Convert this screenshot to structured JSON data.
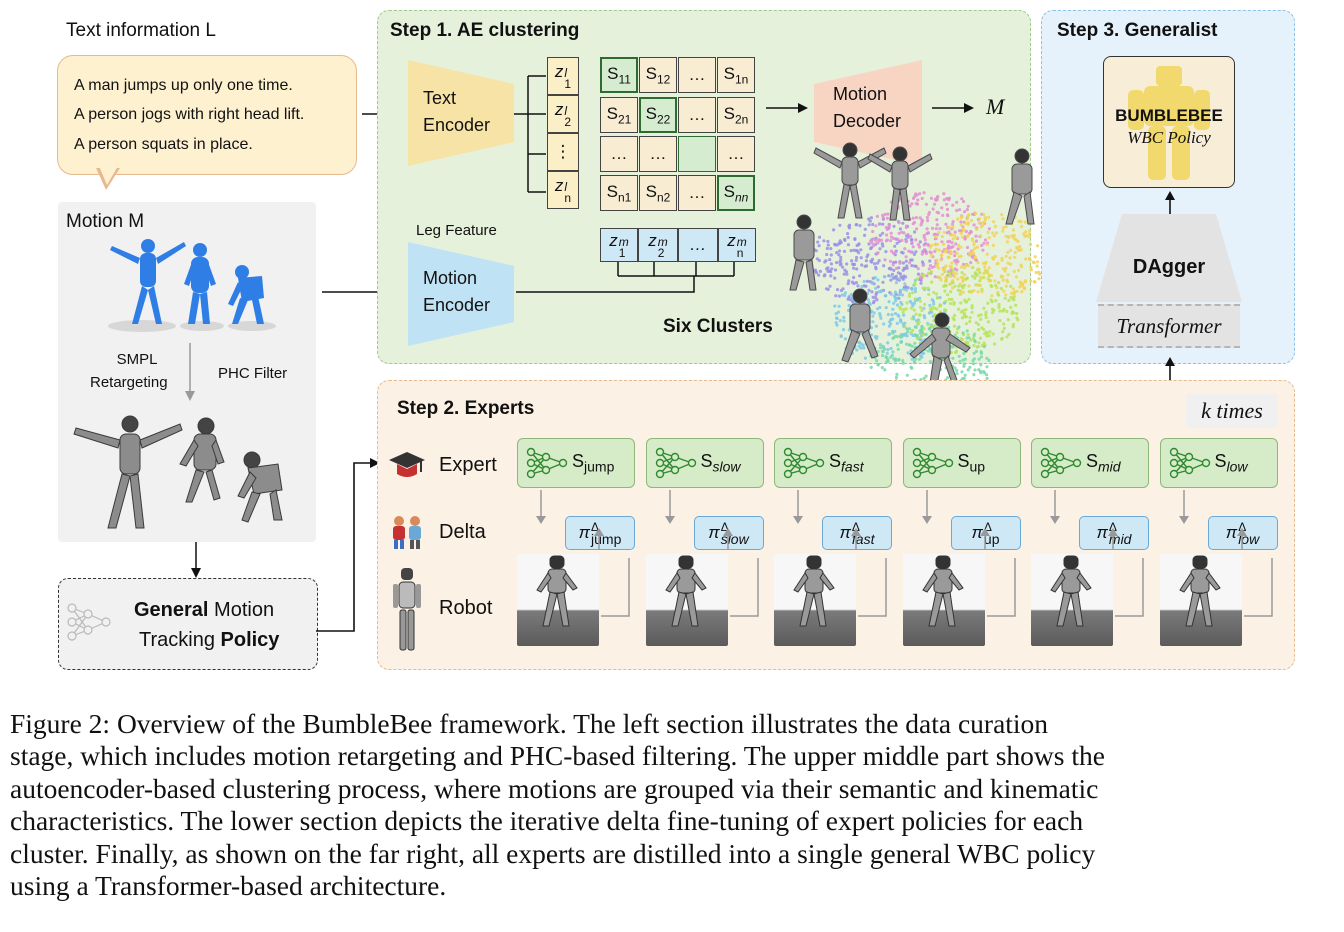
{
  "left": {
    "text_title": "Text information L",
    "texts": [
      "A man jumps up only one time.",
      "A person jogs with right head lift.",
      "A person squats in place."
    ],
    "motion_title": "Motion M",
    "smpl_label_1": "SMPL",
    "smpl_label_2": "Retargeting",
    "phc_label": "PHC Filter",
    "policy_bold1": "General",
    "policy_normal1": " Motion",
    "policy_normal2": "Tracking ",
    "policy_bold2": "Policy"
  },
  "step1": {
    "title": "Step 1. AE clustering",
    "text_encoder_1": "Text",
    "text_encoder_2": "Encoder",
    "motion_encoder_1": "Motion",
    "motion_encoder_2": "Encoder",
    "motion_decoder_1": "Motion",
    "motion_decoder_2": "Decoder",
    "output": "M",
    "leg_feature": "Leg Feature",
    "clusters_label": "Six Clusters",
    "z_text": [
      "z1l",
      "z2l",
      "⋮",
      "znl"
    ],
    "z_motion": [
      "z1m",
      "z2m",
      "…",
      "znm"
    ],
    "matrix": [
      [
        "S11",
        "S12",
        "…",
        "S1n"
      ],
      [
        "S21",
        "S22",
        "…",
        "S2n"
      ],
      [
        "…",
        "…",
        "",
        "…"
      ],
      [
        "Sn1",
        "Sn2",
        "…",
        "Snn"
      ]
    ],
    "cluster_colors": [
      "#9b8fe6",
      "#e38fd4",
      "#7fc9e6",
      "#b6e35a",
      "#f0d35a",
      "#79d9a6"
    ]
  },
  "step3": {
    "title": "Step 3. Generalist",
    "policy_name": "BUMBLEBEE",
    "policy_sub": "WBC Policy",
    "dagger": "DAgger",
    "transformer": "Transformer"
  },
  "step2": {
    "title": "Step 2. Experts",
    "k_times": "k times",
    "row_expert": "Expert",
    "row_delta": "Delta",
    "row_robot": "Robot",
    "experts": [
      {
        "s": "S",
        "sub": "jump",
        "pi_sub": "jump"
      },
      {
        "s": "S",
        "sub": "slow",
        "pi_sub": "slow"
      },
      {
        "s": "S",
        "sub": "fast",
        "pi_sub": "fast"
      },
      {
        "s": "S",
        "sub": "up",
        "pi_sub": "up"
      },
      {
        "s": "S",
        "sub": "mid",
        "pi_sub": "mid"
      },
      {
        "s": "S",
        "sub": "low",
        "pi_sub": "low"
      }
    ]
  },
  "caption": [
    "Figure 2:  Overview of the BumbleBee framework.  The left section illustrates the data curation",
    "stage, which includes motion retargeting and PHC-based filtering. The upper middle part shows the",
    "autoencoder-based clustering process, where motions are grouped via their semantic and kinematic",
    "characteristics.  The lower section depicts the iterative delta fine-tuning of expert policies for each",
    "cluster. Finally, as shown on the far right, all experts are distilled into a single general WBC policy",
    "using a Transformer-based architecture."
  ]
}
